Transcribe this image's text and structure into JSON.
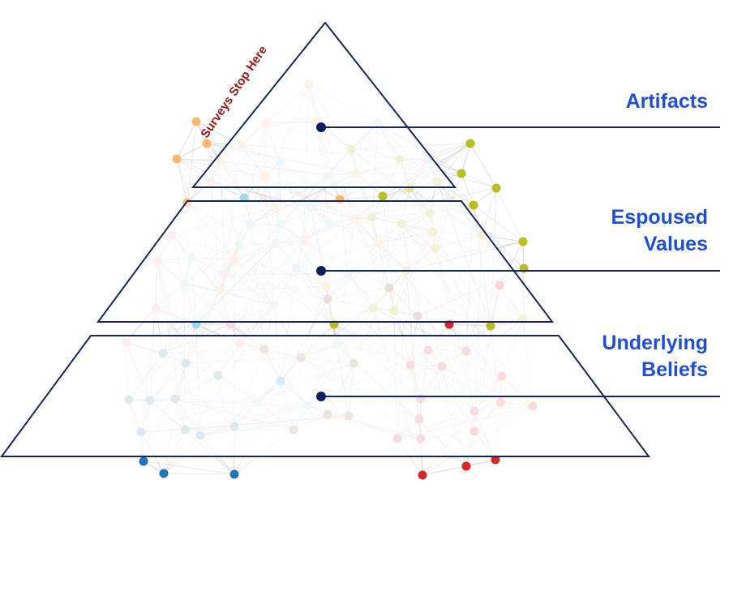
{
  "annotation": "Surveys Stop Here",
  "levels": [
    {
      "label_lines": [
        "Artifacts"
      ]
    },
    {
      "label_lines": [
        "Espoused",
        "Values"
      ]
    },
    {
      "label_lines": [
        "Underlying",
        "Beliefs"
      ]
    }
  ],
  "colors": {
    "outline": "#14275e",
    "label": "#1d4fd8",
    "annotation": "#a01414",
    "edge": "#d6d6d6"
  }
}
